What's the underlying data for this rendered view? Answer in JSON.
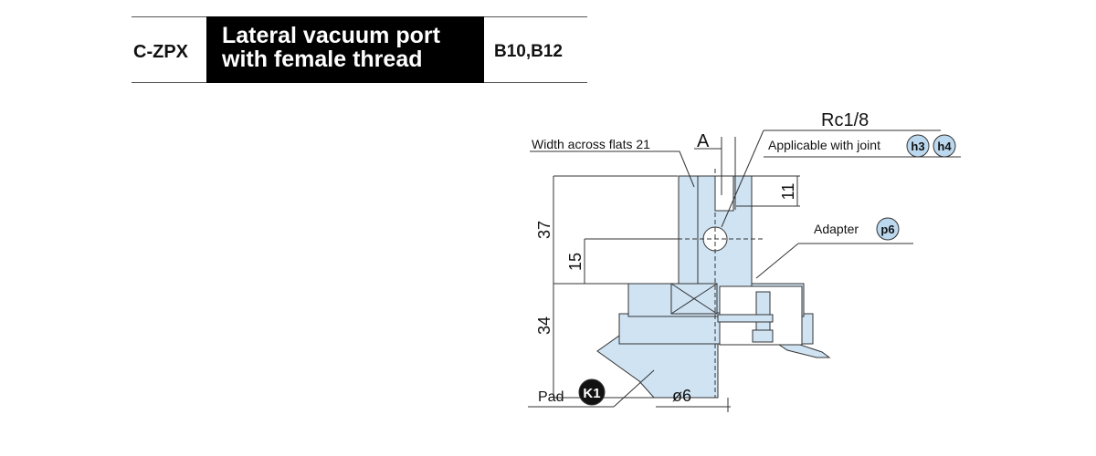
{
  "header": {
    "code": "C-ZPX",
    "title_line1": "Lateral vacuum port",
    "title_line2": "with female thread",
    "series": "B10,B12"
  },
  "drawing": {
    "port_thread": "Rc1/8",
    "dim_A": "A",
    "width_across_flats": "Width across flats 21",
    "applicable_joint": "Applicable with joint",
    "joint_badge_1": "h3",
    "joint_badge_2": "h4",
    "adapter": "Adapter",
    "adapter_badge": "p6",
    "pad": "Pad",
    "pad_badge": "K1",
    "dim_11": "11",
    "dim_37": "37",
    "dim_15": "15",
    "dim_34": "34",
    "dim_phi6": "ø6"
  },
  "colors": {
    "part_fill": "#cfe3f3",
    "badge_fill": "#bcd8ef",
    "header_bg": "#000000"
  }
}
